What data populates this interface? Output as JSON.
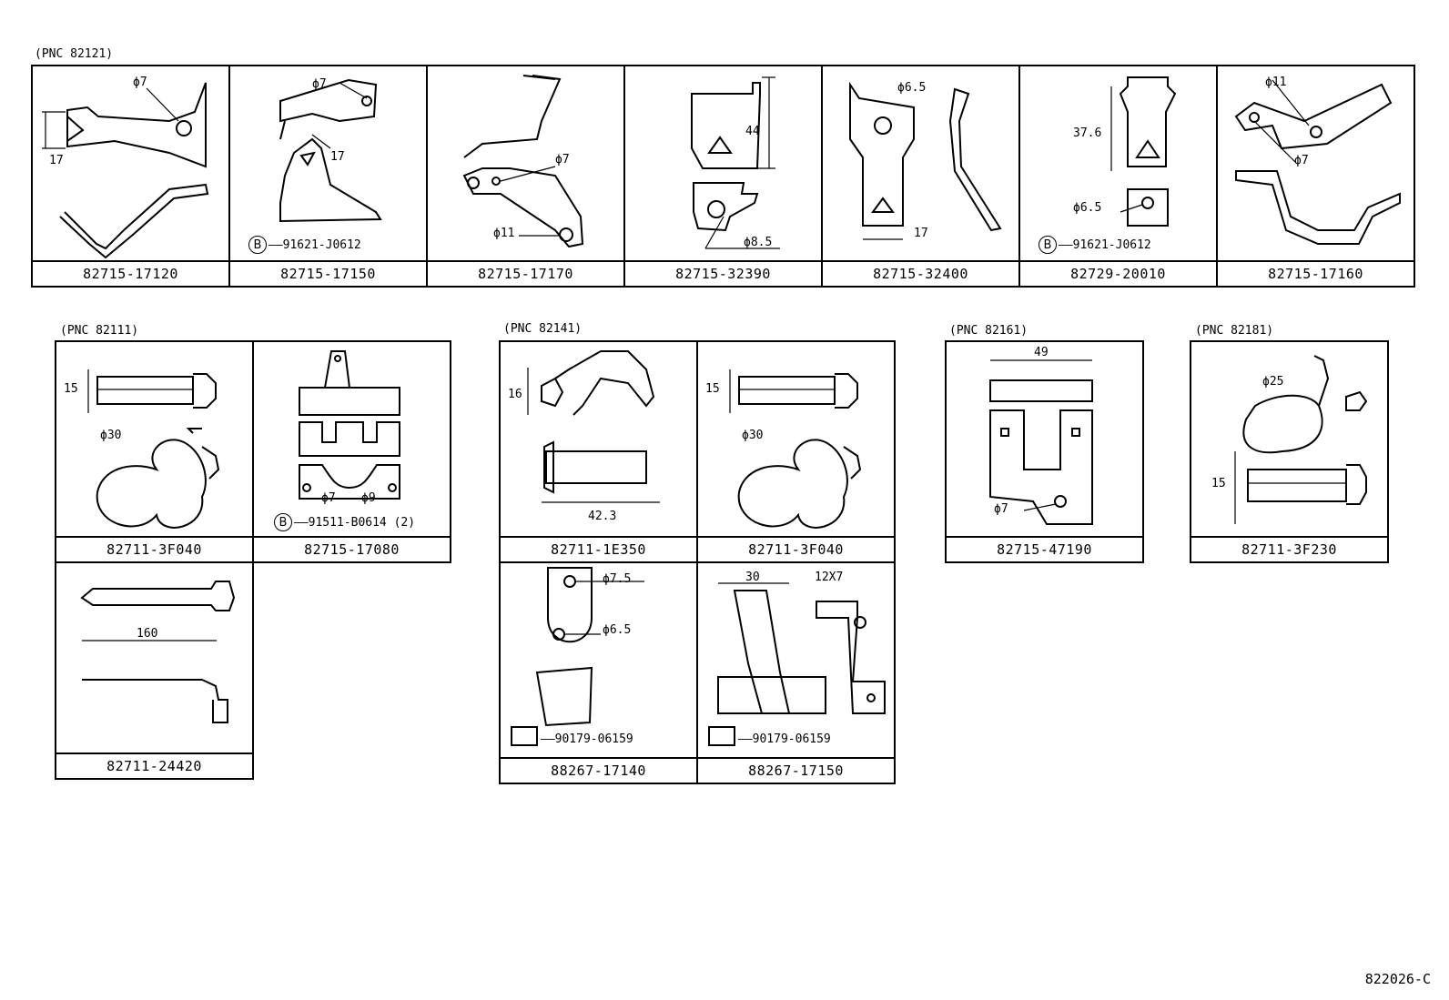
{
  "groups": {
    "g82121": {
      "pnc": "(PNC 82121)"
    },
    "g82111": {
      "pnc": "(PNC 82111)"
    },
    "g82141": {
      "pnc": "(PNC 82141)"
    },
    "g82161": {
      "pnc": "(PNC 82161)"
    },
    "g82181": {
      "pnc": "(PNC 82181)"
    }
  },
  "cells": {
    "c1": {
      "part": "82715-17120",
      "labels": [
        "ϕ7",
        "17"
      ]
    },
    "c2": {
      "part": "82715-17150",
      "labels": [
        "ϕ7",
        "17"
      ],
      "sub": {
        "mark": "B",
        "part": "91621-J0612"
      }
    },
    "c3": {
      "part": "82715-17170",
      "labels": [
        "ϕ7",
        "ϕ11"
      ]
    },
    "c4": {
      "part": "82715-32390",
      "labels": [
        "44",
        "ϕ8.5"
      ]
    },
    "c5": {
      "part": "82715-32400",
      "labels": [
        "ϕ6.5",
        "17"
      ]
    },
    "c6": {
      "part": "82729-20010",
      "labels": [
        "37.6",
        "ϕ6.5"
      ],
      "sub": {
        "mark": "B",
        "part": "91621-J0612"
      }
    },
    "c7": {
      "part": "82715-17160",
      "labels": [
        "ϕ11",
        "ϕ7"
      ]
    },
    "c8": {
      "part": "82711-3F040",
      "labels": [
        "15",
        "ϕ30"
      ]
    },
    "c9": {
      "part": "82715-17080",
      "labels": [
        "ϕ7",
        "ϕ9"
      ],
      "sub": {
        "mark": "B",
        "part": "91511-B0614 (2)"
      }
    },
    "c10": {
      "part": "82711-24420",
      "labels": [
        "160"
      ]
    },
    "c11": {
      "part": "82711-1E350",
      "labels": [
        "16",
        "42.3"
      ]
    },
    "c12": {
      "part": "82711-3F040",
      "labels": [
        "15",
        "ϕ30"
      ]
    },
    "c13": {
      "part": "88267-17140",
      "labels": [
        "ϕ7.5",
        "ϕ6.5"
      ],
      "sub": {
        "part": "90179-06159"
      }
    },
    "c14": {
      "part": "88267-17150",
      "labels": [
        "30",
        "12X7"
      ],
      "sub": {
        "part": "90179-06159"
      }
    },
    "c15": {
      "part": "82715-47190",
      "labels": [
        "49",
        "ϕ7"
      ]
    },
    "c16": {
      "part": "82711-3F230",
      "labels": [
        "ϕ25",
        "15"
      ]
    }
  },
  "diagram_code": "822026-C"
}
